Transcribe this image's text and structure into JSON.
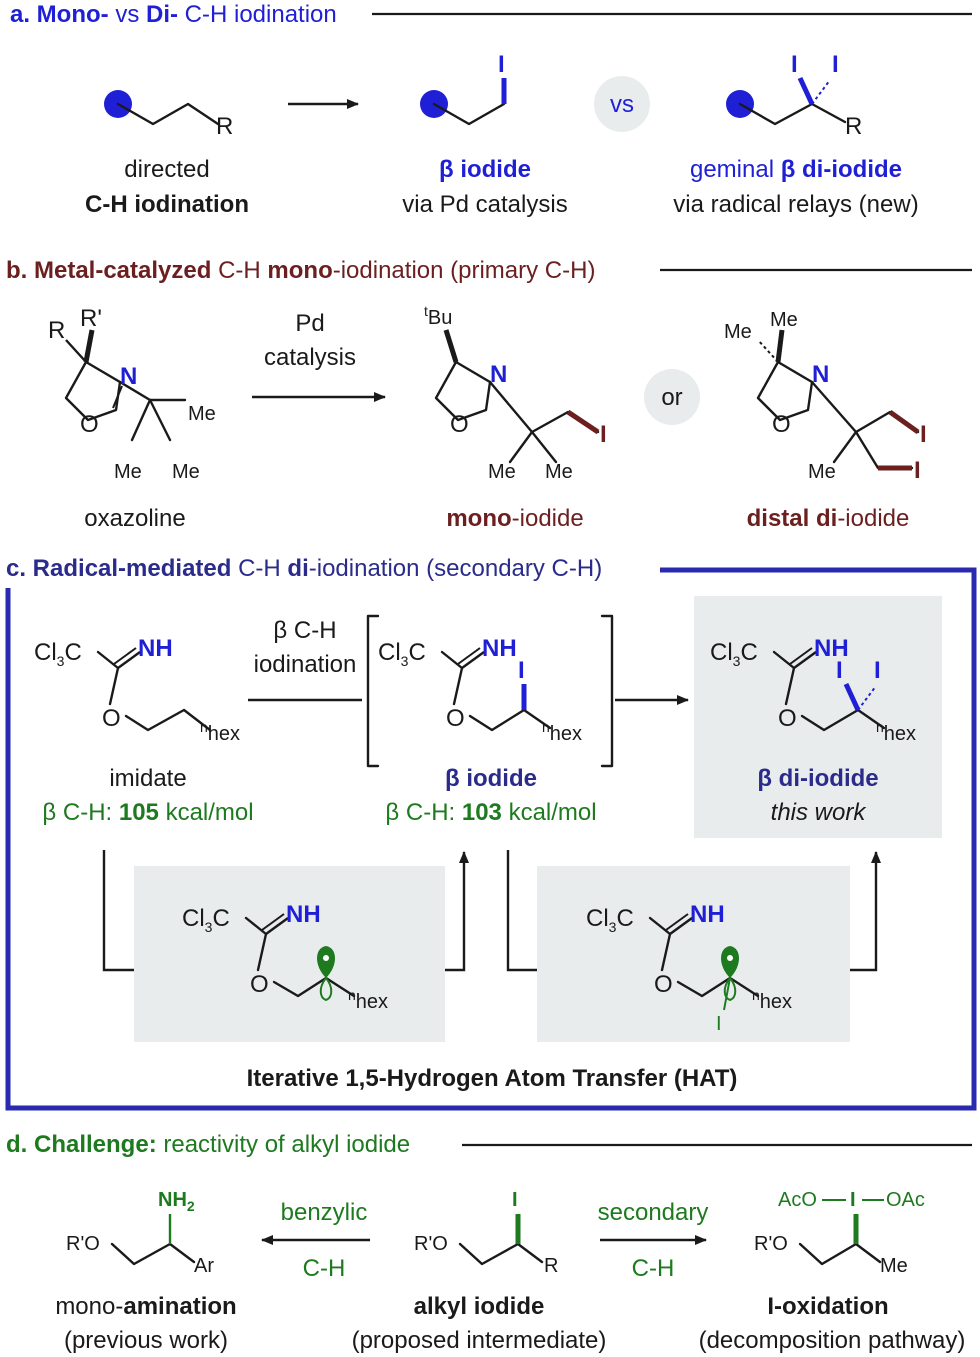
{
  "colors": {
    "blue": "#1f1fd6",
    "maroon": "#6b1f1f",
    "green": "#1e7a1e",
    "panel": "#e9ecec",
    "frame": "#2a2ab0"
  },
  "a": {
    "head_bold1": "a. Mono-",
    "head_mid": " vs ",
    "head_bold2": "Di-",
    "head_rest": " C-H iodination",
    "r": "R",
    "i": "I",
    "vs": "vs",
    "c1_line1": "directed",
    "c1_line2": "C-H iodination",
    "c2_line1": "β iodide",
    "c2_line2": "via Pd catalysis",
    "c3_line1a": "geminal ",
    "c3_line1b": "β di-iodide",
    "c3_line2": "via radical relays (new)"
  },
  "b": {
    "head_bold1": "b. Metal-catalyzed",
    "head_mid1": " C-H ",
    "head_bold2": "mono",
    "head_rest": "-iodination (primary C-H)",
    "arrow_top1": "Pd",
    "arrow_top2": "catalysis",
    "r": "R",
    "rp": "R'",
    "n": "N",
    "o": "O",
    "me": "Me",
    "tbu_sup": "t",
    "tbu": "Bu",
    "i": "I",
    "or": "or",
    "cap1": "oxazoline",
    "cap2_bold": "mono",
    "cap2_rest": "-iodide",
    "cap3_bold1": "distal ",
    "cap3_bold2": "di",
    "cap3_rest": "-iodide"
  },
  "c": {
    "head_bold1": "c. Radical-mediated",
    "head_mid1": " C-H ",
    "head_bold2": "di",
    "head_rest": "-iodination (secondary C-H)",
    "cl": "Cl",
    "three": "3",
    "c": "C",
    "nh": "NH",
    "o": "O",
    "n_sup": "n",
    "hex": "hex",
    "i": "I",
    "arrow_top1": "β C-H",
    "arrow_top2": "iodination",
    "imidate": "imidate",
    "bde1_pre": "β C-H: ",
    "bde1_val": "105",
    "bde1_post": " kcal/mol",
    "mid_title": "β iodide",
    "bde2_pre": "β C-H: ",
    "bde2_val": "103",
    "bde2_post": " kcal/mol",
    "right_title": "β di-iodide",
    "right_sub": "this work",
    "hat": "Iterative 1,5-Hydrogen Atom Transfer (HAT)"
  },
  "d": {
    "head_bold": "d. Challenge:",
    "head_rest": " reactivity of alkyl iodide",
    "rpo": "R'O",
    "nh2": "NH",
    "two": "2",
    "ar": "Ar",
    "r": "R",
    "i": "I",
    "me": "Me",
    "aco": "AcO",
    "oac": "OAc",
    "left_arrow1": "benzylic",
    "left_arrow2": "C-H",
    "right_arrow1": "secondary",
    "right_arrow2": "C-H",
    "cap1_pre": "mono-",
    "cap1_bold": "amination",
    "cap1_line2": "(previous work)",
    "cap2_bold": "alkyl iodide",
    "cap2_line2": "(proposed intermediate)",
    "cap3_bold": "I-oxidation",
    "cap3_line2": "(decomposition pathway)"
  }
}
